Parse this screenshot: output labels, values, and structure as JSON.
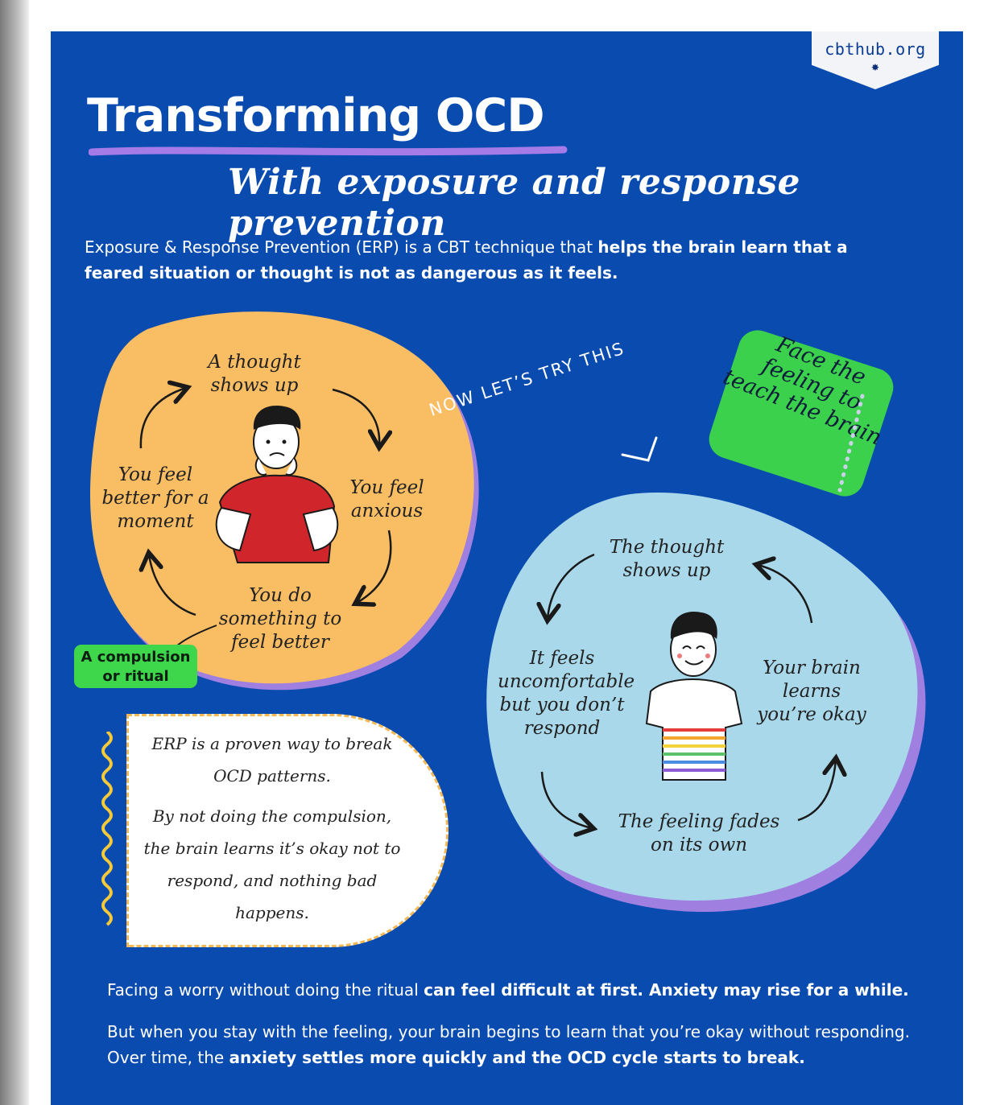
{
  "site": "cbthub.org",
  "title": "Transforming OCD",
  "subtitle": "With exposure and response prevention",
  "intro": {
    "plain": "Exposure & Response Prevention (ERP) is a CBT technique that ",
    "bold": "helps the brain learn that a feared situation or thought is not as dangerous as it feels."
  },
  "ocd_cycle": {
    "step1": "A thought shows up",
    "step2": "You feel anxious",
    "step3": "You do something to feel better",
    "step4": "You feel better for a moment",
    "label": "A compulsion or ritual"
  },
  "transition": "NOW LET’S TRY THIS",
  "callout": "Face the feeling to teach the brain",
  "erp_cycle": {
    "step1": "The thought shows up",
    "step2": "It feels uncomfortable but you don’t respond",
    "step3": "The feeling fades on its own",
    "step4": "Your brain learns you’re okay"
  },
  "card": {
    "line1": "ERP is a proven way to break OCD patterns.",
    "line2": "By not doing the compulsion, the brain learns it’s okay not to respond, and nothing bad happens."
  },
  "bottom": {
    "p1_plain": "Facing a worry without doing the ritual ",
    "p1_bold": "can feel difficult at first. Anxiety may rise for a while.",
    "p2_plain": "But when you stay with the feeling, your brain begins to learn that you’re okay without responding.  Over time, the ",
    "p2_bold": "anxiety settles more quickly and the OCD cycle starts to break."
  },
  "colors": {
    "background": "#0a4bb0",
    "orange_blob": "#f9bd63",
    "blue_blob": "#a9d8ea",
    "purple_accent": "#9f7fe0",
    "green": "#3ed64a"
  }
}
